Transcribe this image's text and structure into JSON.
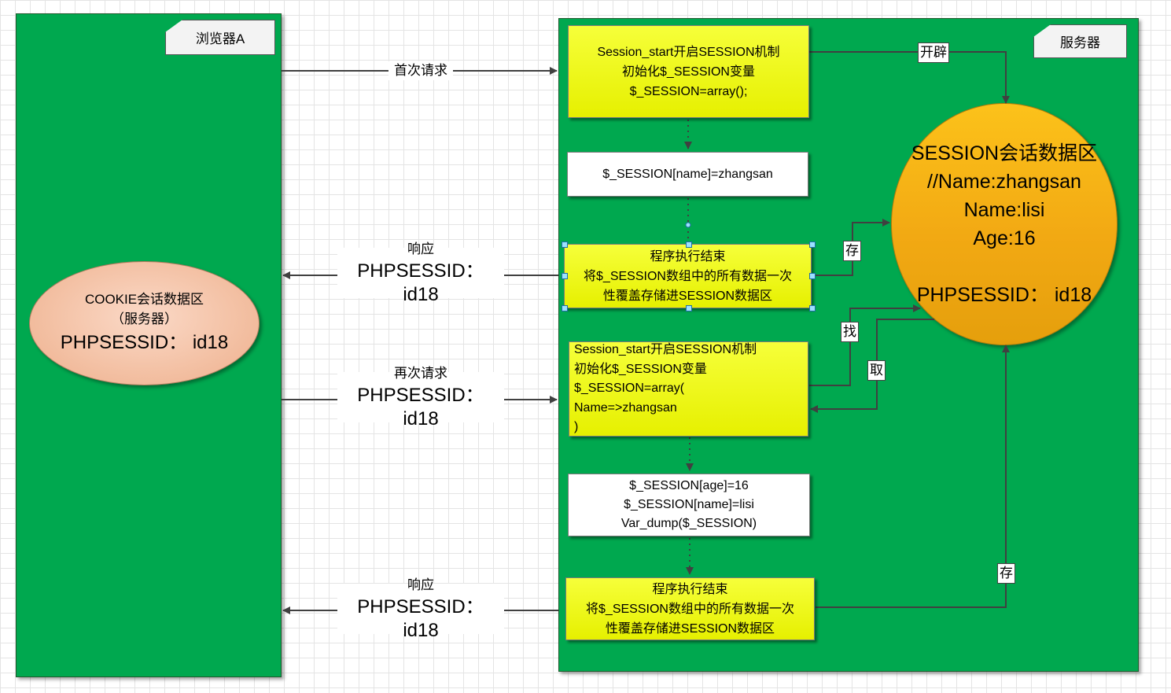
{
  "browser": {
    "tag": "浏览器A",
    "cookie_ellipse": {
      "line1": "COOKIE会话数据区",
      "line2": "（服务器）",
      "line3": "PHPSESSID： id18"
    }
  },
  "server": {
    "tag": "服务器",
    "box1": [
      "Session_start开启SESSION机制",
      "初始化$_SESSION变量",
      "$_SESSION=array();"
    ],
    "box2": "$_SESSION[name]=zhangsan",
    "box3": [
      "程序执行结束",
      "将$_SESSION数组中的所有数据一次",
      "性覆盖存储进SESSION数据区"
    ],
    "box4": [
      "Session_start开启SESSION机制",
      "初始化$_SESSION变量",
      "$_SESSION=array(",
      "Name=>zhangsan",
      ")"
    ],
    "box5": [
      "$_SESSION[age]=16",
      "$_SESSION[name]=lisi",
      "Var_dump($_SESSION)"
    ],
    "box6": [
      "程序执行结束",
      "将$_SESSION数组中的所有数据一次",
      "性覆盖存储进SESSION数据区"
    ],
    "session_circle": [
      "SESSION会话数据区",
      "//Name:zhangsan",
      "Name:lisi",
      "Age:16",
      "",
      "PHPSESSID： id18"
    ]
  },
  "arrows": {
    "first_request": "首次请求",
    "response1": {
      "title": "响应",
      "value": "PHPSESSID： id18"
    },
    "second_request": {
      "title": "再次请求",
      "value": "PHPSESSID： id18"
    },
    "response2": {
      "title": "响应",
      "value": "PHPSESSID： id18"
    },
    "open": "开辟",
    "store1": "存",
    "find": "找",
    "fetch": "取",
    "store2": "存"
  }
}
